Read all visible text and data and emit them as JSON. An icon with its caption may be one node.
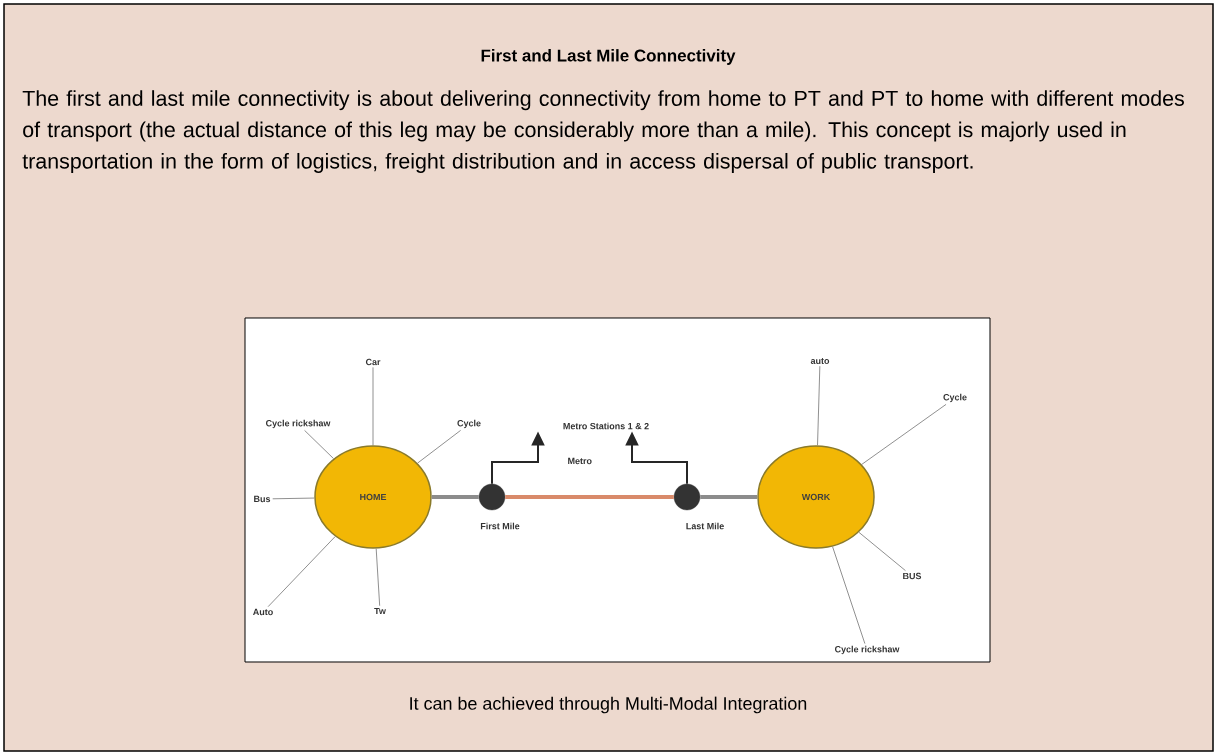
{
  "diagram": {
    "title": "First and Last Mile Connectivity",
    "caption": "It can be achieved through Multi-Modal Integration",
    "nodes": [
      {
        "text": [
          "HOME"
        ]
      },
      {
        "text": [
          "WORK"
        ]
      },
      {
        "text": [],
        "shape": "circle",
        "beside": [
          "First Mile"
        ]
      },
      {
        "text": [],
        "shape": "circle",
        "beside": [
          "Last Mile"
        ]
      },
      {
        "text": [
          "Metro Stations 1 & 2"
        ]
      },
      {
        "text": [
          "Car"
        ]
      },
      {
        "text": [
          "Cycle rickshaw"
        ]
      },
      {
        "text": [
          "Cycle"
        ]
      },
      {
        "text": [
          "Bus"
        ]
      },
      {
        "text": [
          "Auto"
        ]
      },
      {
        "text": [
          "Tw"
        ]
      },
      {
        "text": [
          "auto"
        ]
      },
      {
        "text": [
          "Cycle"
        ]
      },
      {
        "text": [
          "BUS"
        ]
      },
      {
        "text": [
          "Cycle rickshaw"
        ]
      }
    ],
    "edges": [
      {
        "from": 5,
        "to": 0,
        "arrow": "none"
      },
      {
        "from": 6,
        "to": 0,
        "arrow": "none"
      },
      {
        "from": 7,
        "to": 0,
        "arrow": "none"
      },
      {
        "from": 8,
        "to": 0,
        "arrow": "none"
      },
      {
        "from": 9,
        "to": 0,
        "arrow": "none"
      },
      {
        "from": 10,
        "to": 0,
        "arrow": "none"
      },
      {
        "from": 0,
        "to": 2,
        "arrow": "none",
        "style": "thick"
      },
      {
        "from": 2,
        "to": 3,
        "arrow": "none",
        "label": "Metro",
        "style": "thick",
        "color": "#d98a6a"
      },
      {
        "from": 3,
        "to": 1,
        "arrow": "none",
        "style": "thick"
      },
      {
        "from": 2,
        "to": 4,
        "arrow": "to"
      },
      {
        "from": 3,
        "to": 4,
        "arrow": "to"
      },
      {
        "from": 11,
        "to": 1,
        "arrow": "none"
      },
      {
        "from": 12,
        "to": 1,
        "arrow": "none"
      },
      {
        "from": 13,
        "to": 1,
        "arrow": "none"
      },
      {
        "from": 14,
        "to": 1,
        "arrow": "none"
      }
    ],
    "labels": [
      "The first and last mile connectivity is about delivering connectivity from home to PT and PT to home with different modes of transport (the actual distance of this leg may be considerably more than a mile). This concept is majorly used in transportation in the form of logistics, freight distribution and in access dispersal of public transport."
    ]
  }
}
